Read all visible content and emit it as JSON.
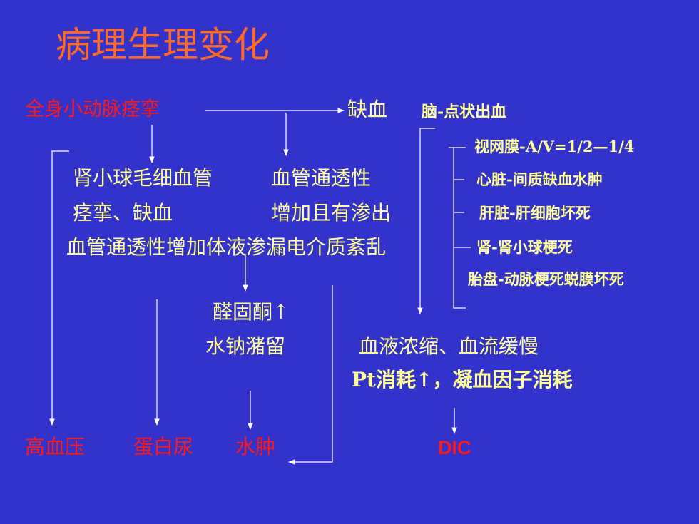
{
  "title": "病理生理变化",
  "colors": {
    "background": "#3333cc",
    "title": "#ff6a2a",
    "text": "#ffff99",
    "outcome": "#ff1a1a",
    "line": "#ffffff"
  },
  "nodes": {
    "spasm": "全身小动脉痉挛",
    "ischemia": "缺血",
    "brain": "脑-点状出血",
    "retina": "视网膜-A/V=1/2—1/4",
    "heart": "心脏-间质缺血水肿",
    "liver": "肝脏-肝细胞坏死",
    "kidney": "肾-肾小球梗死",
    "placenta": "胎盘-动脉梗死蜕膜坏死",
    "glomerular_line1": "肾小球毛细血管",
    "glomerular_line2": "痉挛、缺血",
    "permeability_line1": "血管通透性",
    "permeability_line2": "增加且有渗出",
    "leakage": "血管通透性增加体液渗漏电介质紊乱",
    "aldosterone": "醛固酮↑",
    "retention": "水钠潴留",
    "concentration": "血液浓缩、血流缓慢",
    "consumption": "Pt消耗↑，凝血因子消耗",
    "hypertension": "高血压",
    "proteinuria": "蛋白尿",
    "edema": "水肿",
    "dic": "DIC"
  }
}
